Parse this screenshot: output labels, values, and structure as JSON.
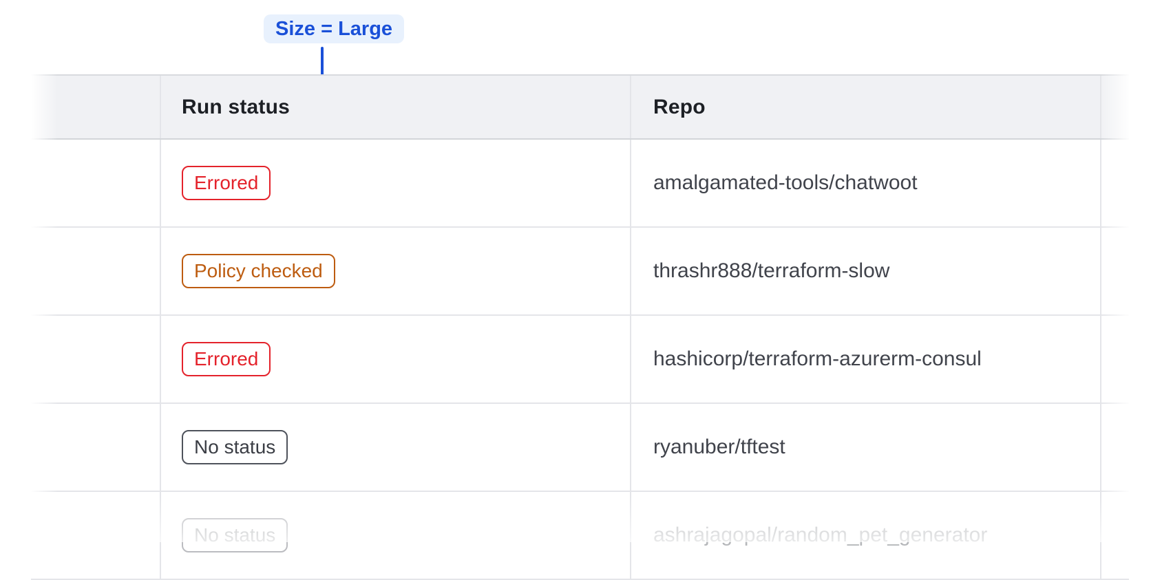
{
  "annotation": {
    "label": "Size = Large"
  },
  "table": {
    "columns": [
      {
        "label": "Run status"
      },
      {
        "label": "Repo"
      }
    ],
    "rows": [
      {
        "status": "Errored",
        "variant": "errored",
        "repo": "amalgamated-tools/chatwoot"
      },
      {
        "status": "Policy checked",
        "variant": "policy-checked",
        "repo": "thrashr888/terraform-slow"
      },
      {
        "status": "Errored",
        "variant": "errored",
        "repo": "hashicorp/terraform-azurerm-consul"
      },
      {
        "status": "No status",
        "variant": "no-status",
        "repo": "ryanuber/tftest"
      },
      {
        "status": "No status",
        "variant": "no-status",
        "repo": "ashrajagopal/random_pet_generator"
      }
    ]
  },
  "colors": {
    "status_errored": "#e4222b",
    "status_policy_checked": "#bd5c10",
    "status_no_status_border": "#4e525b",
    "header_background": "#f0f1f4",
    "row_separator": "#e4e5e9",
    "annotation_text": "#1a50d8",
    "annotation_pill_background": "#e8f1fd"
  }
}
